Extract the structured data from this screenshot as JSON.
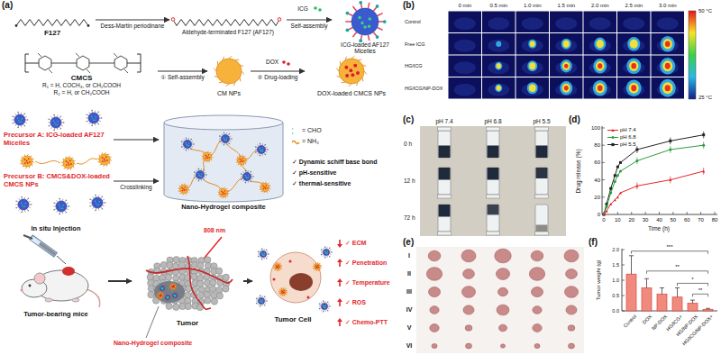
{
  "diagram": {
    "nodes": [
      {
        "text": [
          "F127"
        ]
      },
      {
        "text": [
          "Aldehyde-terminated F127 (AF127)"
        ]
      },
      {
        "text": [
          "ICG-loaded AF127 Micelles"
        ]
      },
      {
        "text": [
          "CMCS",
          "R₁ = H, COCH₃, or CH₂COOH",
          "R₂ = H, or CH₂COOH"
        ]
      },
      {
        "text": [
          "CM NPs"
        ]
      },
      {
        "text": [
          "DOX-loaded CMCS NPs"
        ]
      },
      {
        "text": [
          "Precursor A: ICG-loaded AF127 Micelles"
        ]
      },
      {
        "text": [
          "Precursor B: CMCS&DOX-loaded CMCS NPs"
        ]
      },
      {
        "text": [
          "Nano-Hydrogel composite"
        ]
      },
      {
        "text": [
          "In situ Injection",
          "Tumor-bearing mice"
        ]
      },
      {
        "text": [
          "Tumor"
        ]
      },
      {
        "text": [
          "Tumor Cell"
        ]
      }
    ],
    "edges": [
      {
        "from": 0,
        "to": 1,
        "label": "Dess-Martin periodinane",
        "arrow": "to"
      },
      {
        "from": 1,
        "to": 2,
        "label": "Self-assembly",
        "arrow": "to"
      },
      {
        "from": 3,
        "to": 4,
        "label": "① Self-assembly",
        "arrow": "to"
      },
      {
        "from": 4,
        "to": 5,
        "label": "② Drug-loading",
        "arrow": "to"
      },
      {
        "from": 6,
        "to": 8,
        "arrow": "to"
      },
      {
        "from": 7,
        "to": 8,
        "label": "Crosslinking",
        "arrow": "to"
      },
      {
        "from": 9,
        "to": 10,
        "arrow": "to"
      },
      {
        "from": 10,
        "to": 11,
        "arrow": "to"
      }
    ],
    "labels": [
      "(a)",
      "ICG",
      "DOX",
      "✓ Dynamic schiff base bond",
      "✓ pH-sensitive",
      "✓ thermal-sensitive",
      "808 nm",
      "Nano-Hydrogel composite",
      "✓ ECM",
      "✓ Penetration",
      "✓ Temperature",
      "✓ ROS",
      "✓ Chemo-PTT",
      "(b)",
      "0 min",
      "0.5 min",
      "1.0 min",
      "1.5 min",
      "2.0 min",
      "2.5 min",
      "3.0 min",
      "Control",
      "Free ICG",
      "HG/ICG",
      "HG/ICG/NP-DOX",
      "50 °C",
      "25 °C",
      "(c)",
      "pH 7.4",
      "pH 6.8",
      "pH 5.5",
      "0 h",
      "12 h",
      "72 h",
      "(d)",
      "Drug release (%)",
      "0",
      "20",
      "40",
      "60",
      "80",
      "100",
      "0",
      "10",
      "20",
      "30",
      "40",
      "50",
      "60",
      "70",
      "80",
      "Time (h)",
      "(e)",
      "I",
      "II",
      "III",
      "IV",
      "V",
      "VI",
      "(f)",
      "Tumor weight (g)",
      "0.0",
      "0.5",
      "1.0",
      "1.5",
      "2.0",
      "Control",
      "DOX",
      "NP-DOX",
      "HG/ICG+",
      "HG/NP-DOX",
      "HG/ICG/NP-DOX+",
      "***",
      "**",
      "*",
      "**"
    ],
    "legend": [
      {
        "text": "= CHO"
      },
      {
        "text": "= NH₂"
      },
      {
        "text": "pH 7.4"
      },
      {
        "text": "pH 6.8"
      },
      {
        "text": "pH 5.5"
      }
    ]
  }
}
